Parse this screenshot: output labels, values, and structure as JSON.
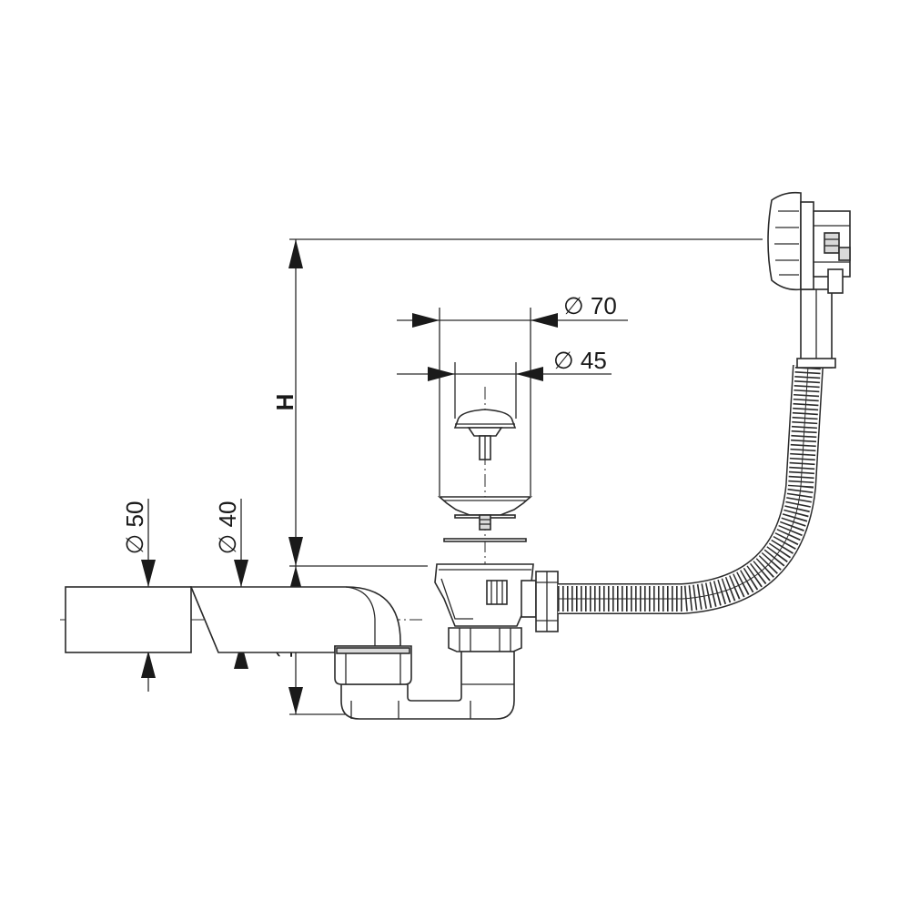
{
  "diagram": {
    "dimensions": {
      "overflow_height": "H",
      "pipe_outer": "∅ 50",
      "pipe_inner": "∅ 40",
      "trap_height": "110",
      "plug_outer": "∅ 70",
      "plug_inner": "∅ 45"
    }
  }
}
